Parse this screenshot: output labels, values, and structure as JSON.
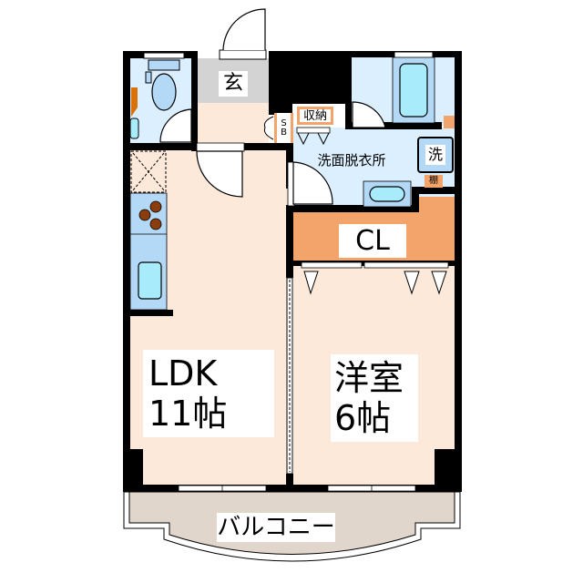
{
  "floorplan": {
    "rooms": {
      "entrance": {
        "label": "玄"
      },
      "storage": {
        "label": "収納"
      },
      "shoe_box": {
        "label_line1": "S",
        "label_line2": "B"
      },
      "washroom": {
        "label": "洗面脱衣所"
      },
      "washer": {
        "label": "洗"
      },
      "shelf": {
        "label": "棚"
      },
      "closet": {
        "label": "CL"
      },
      "ldk": {
        "label_line1": "LDK",
        "label_line2": "11帖"
      },
      "western_room": {
        "label_line1": "洋室",
        "label_line2": "6帖"
      },
      "balcony": {
        "label": "バルコニー"
      }
    },
    "colors": {
      "wall": "#000000",
      "living_floor": "#fde9da",
      "wet_area": "#dcefff",
      "fixture_blue": "#b3d9f7",
      "water_cyan": "#a8ecfb",
      "closet_orange": "#f3a46a",
      "entrance_gray": "#d3d3d3",
      "balcony": "#e0d6cc",
      "stove_burner": "#8b3e0b"
    }
  }
}
